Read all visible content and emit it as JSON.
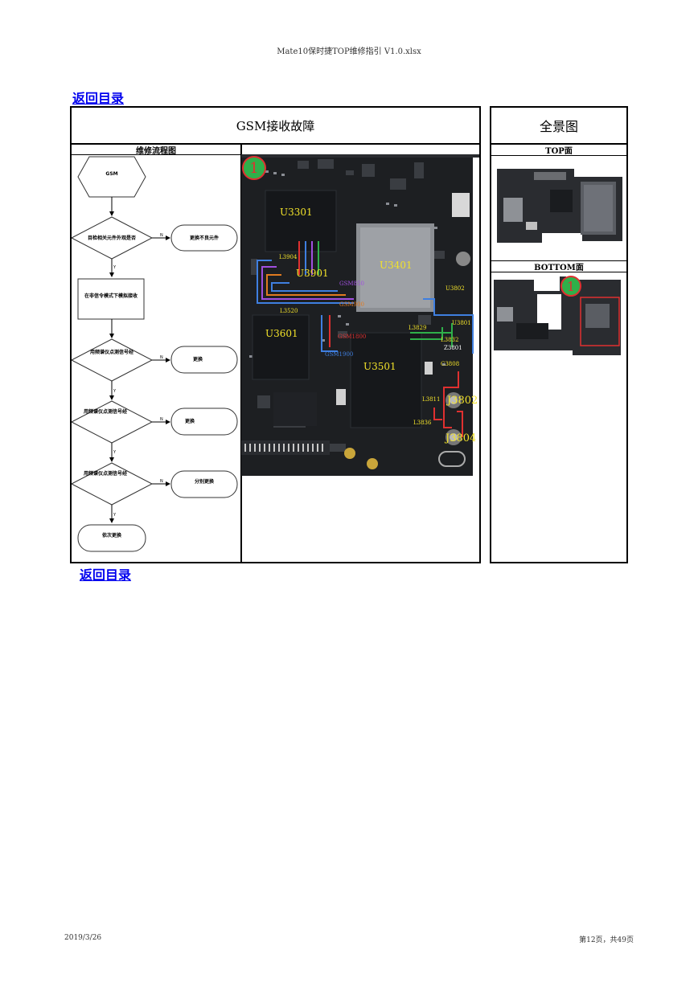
{
  "header": {
    "filename": "Mate10保时捷TOP维修指引 V1.0.xlsx"
  },
  "nav": {
    "back_top": "返回目录",
    "back_bottom": "返回目录"
  },
  "main_panel": {
    "title": "GSM接收故障",
    "flow_header": "维修流程图",
    "flow": {
      "start": "GSM",
      "step1": "目检相关元件外观是否",
      "step1_action": "更换不良元件",
      "step2": "在非信令模式下模拟接收",
      "step3": "用频谱仪点测信号经",
      "step3_action": "更换",
      "step4": "用频谱仪点测信号经",
      "step4_action": "更换",
      "step5": "用频谱仪点测信号经",
      "step5_action": "分别更换",
      "end": "依次更换",
      "yes": "Y",
      "no": "N"
    },
    "board_labels": {
      "marker": "1",
      "u3301": "U3301",
      "u3901": "U3901",
      "u3401": "U3401",
      "u3601": "U3601",
      "u3501": "U3501",
      "l3904": "L3904",
      "l3520": "L3520",
      "gsm850": "GSM850",
      "gsm900": "GSM900",
      "gsm1800": "GSM1800",
      "gsm1900": "GSM1900",
      "u3802": "U3802",
      "u3801": "U3801",
      "l3829": "L3829",
      "l3832": "L3832",
      "z3801": "Z3801",
      "c3808": "C3808",
      "j3802": "J3802",
      "l3811": "L3811",
      "l3836": "L3836",
      "j3804": "J3804"
    }
  },
  "side_panel": {
    "title": "全景图",
    "top_label": "TOP面",
    "bottom_label": "BOTTOM面",
    "marker": "1"
  },
  "footer": {
    "date": "2019/3/26",
    "page": "第12页，共49页"
  }
}
